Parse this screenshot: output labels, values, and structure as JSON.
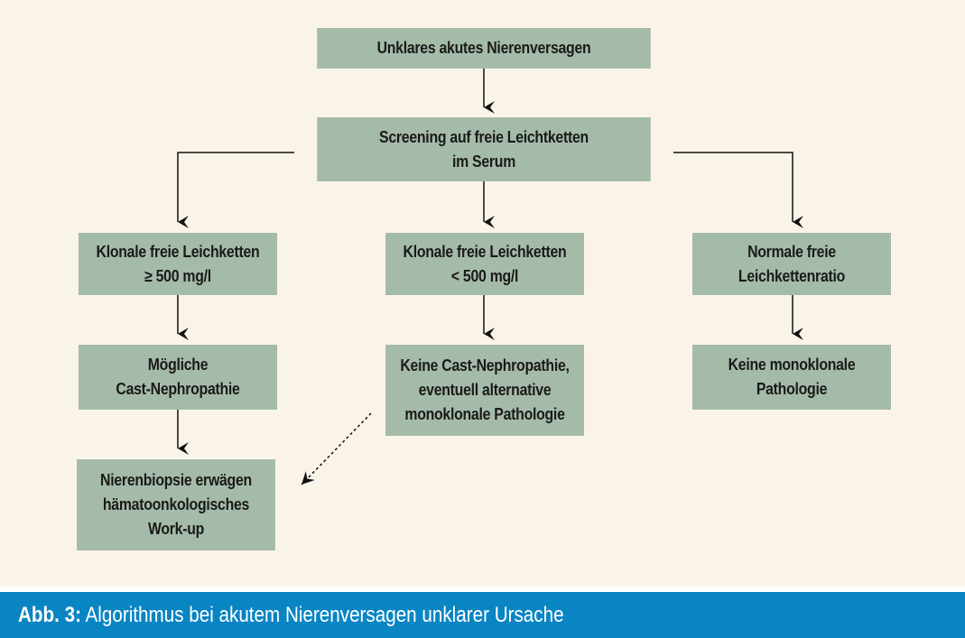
{
  "diagram": {
    "nodes": {
      "start": [
        "Unklares akutes Nierenversagen"
      ],
      "screening": [
        "Screening auf freie Leichtketten",
        "im Serum"
      ],
      "high": [
        "Klonale freie Leichketten",
        "≥ 500 mg/l"
      ],
      "low": [
        "Klonale freie Leichketten",
        "< 500 mg/l"
      ],
      "normal": [
        "Normale freie",
        "Leichkettenratio"
      ],
      "cast": [
        "Mögliche",
        "Cast-Nephropathie"
      ],
      "nocast": [
        "Keine Cast-Nephropathie,",
        "eventuell alternative",
        "monoklonale Pathologie"
      ],
      "nomono": [
        "Keine monoklonale",
        "Pathologie"
      ],
      "biopsy": [
        "Nierenbiopsie erwägen",
        "hämatoonkologisches",
        "Work-up"
      ]
    }
  },
  "caption": {
    "label": "Abb. 3:",
    "text": "Algorithmus bei akutem Nierenversagen unklarer Ursache"
  },
  "colors": {
    "box": "#a5bba9",
    "background": "#faf4e8",
    "caption_bar": "#0a85c4"
  }
}
